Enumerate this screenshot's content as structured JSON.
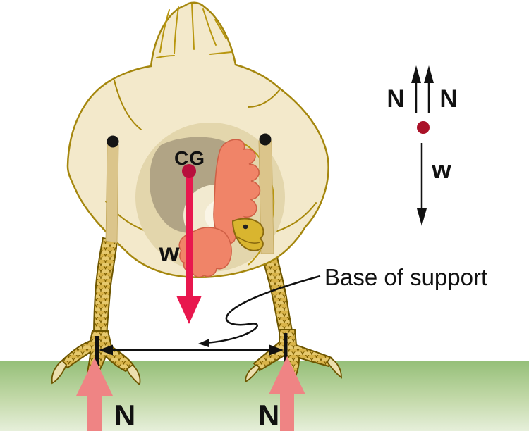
{
  "figure": {
    "kind": "physics-illustration",
    "subject": "chicken standing with its center of gravity above its base of support"
  },
  "chicken": {
    "cg_label": "CG",
    "weight_label": "w"
  },
  "base_of_support": {
    "label": "Base of support"
  },
  "ground_forces": {
    "left_label": "N",
    "right_label": "N"
  },
  "free_body_diagram": {
    "normal_left_label": "N",
    "normal_right_label": "N",
    "weight_label": "w"
  },
  "colors": {
    "weight_arrow": "#e8174e",
    "cg_dot": "#b70f3c",
    "normal_ground_arrow": "#ef8484",
    "fbd_dot": "#aa1128",
    "annotation_black": "#111111",
    "body_fill": "#f3e9cb",
    "body_outline": "#a5870e",
    "inner_circle": "#e3d6ac",
    "head_shadow": "#b1a485",
    "comb_wattle": "#f08468",
    "beak": "#d9b52f",
    "leg_gold": "#d9b44a",
    "ground_top": "#95bf78",
    "ground_bottom": "#e6efda"
  }
}
